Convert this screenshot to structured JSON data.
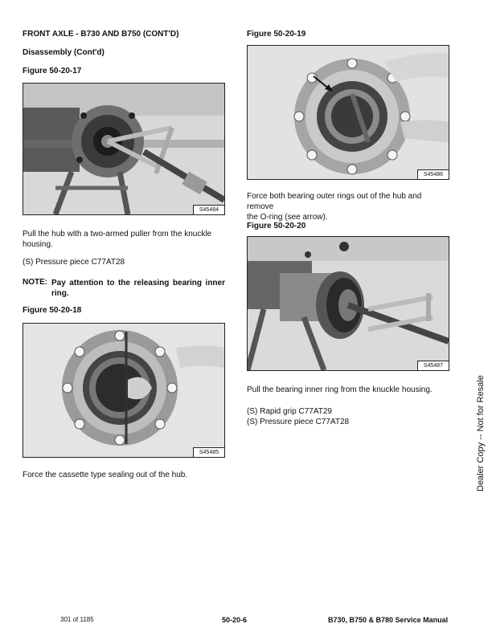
{
  "left": {
    "heading": "FRONT AXLE - B730 AND B750 (CONT'D)",
    "subheading": "Disassembly (Cont'd)",
    "fig17_title": "Figure 50-20-17",
    "fig17_code": "S45484",
    "para1_line1": "Pull the hub with a two-armed puller from the knuckle",
    "para1_line2": "housing.",
    "para2": "(S) Pressure piece C77AT28",
    "note_label": "NOTE:",
    "note_line1": "Pay attention to the releasing bearing inner",
    "note_line2": "ring.",
    "fig18_title": "Figure 50-20-18",
    "fig18_code": "S45485",
    "para3": "Force the cassette type sealing out of the hub."
  },
  "right": {
    "fig19_title": "Figure 50-20-19",
    "fig19_code": "S45486",
    "para1_line1": "Force both bearing outer rings out of the hub and remove",
    "para1_line2": "the O-ring (see arrow).",
    "fig20_title": "Figure 50-20-20",
    "fig20_code": "S45487",
    "para2": "Pull the bearing inner ring from the knuckle housing.",
    "tool1": "(S) Rapid grip C77AT29",
    "tool2": "(S) Pressure piece C77AT28"
  },
  "side_note": "Dealer Copy -- Not for Resale",
  "footer": {
    "page_count": "301 of 1185",
    "page_number": "50-20-6",
    "manual_title": "B730, B750 & B780 Service Manual"
  }
}
